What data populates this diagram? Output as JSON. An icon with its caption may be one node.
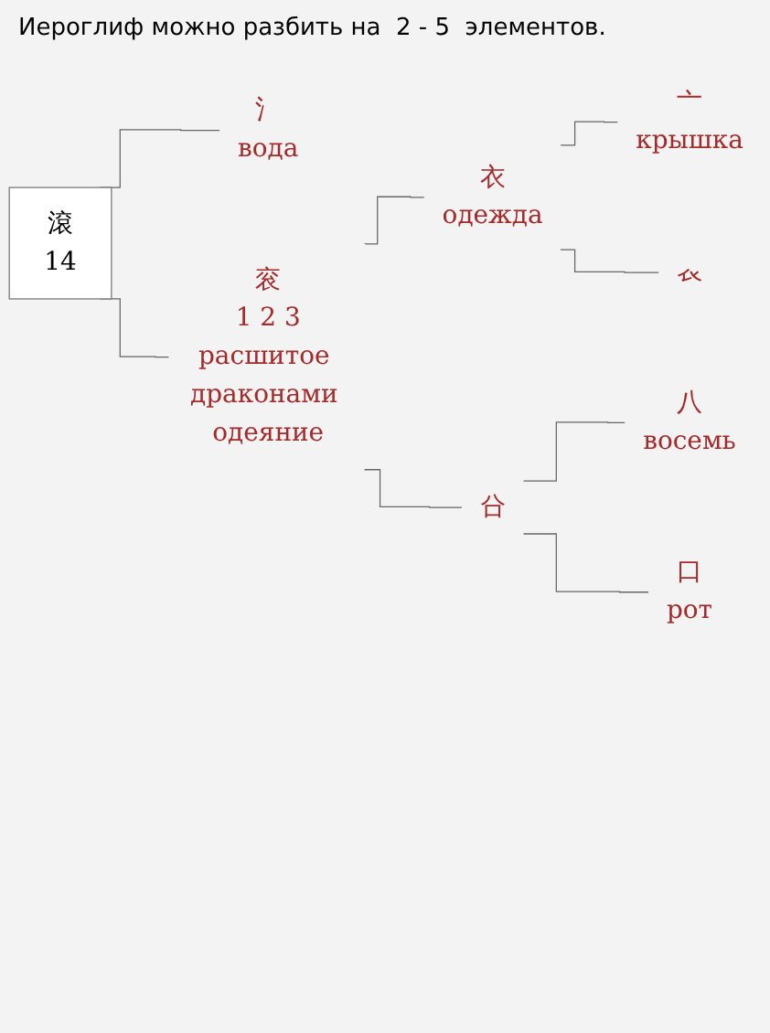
{
  "diagram": {
    "nodes": [
      {
        "text": [
          "滾",
          "14"
        ]
      },
      {
        "text": [
          "氵",
          "вода"
        ]
      },
      {
        "text": [
          "衮",
          "1 2 3",
          "расшитое драконами одеяние"
        ]
      },
      {
        "text": [
          "衣",
          "одежда"
        ]
      },
      {
        "text": [
          "亠",
          "крышка"
        ]
      },
      {
        "text": [
          "𧘇"
        ]
      },
      {
        "text": [
          "㕣"
        ]
      },
      {
        "text": [
          "八",
          "восемь"
        ]
      },
      {
        "text": [
          "口",
          "рот"
        ]
      }
    ],
    "edges": [
      {
        "from": 0,
        "to": 1,
        "arrow": "none"
      },
      {
        "from": 0,
        "to": 2,
        "arrow": "none"
      },
      {
        "from": 2,
        "to": 3,
        "arrow": "none"
      },
      {
        "from": 2,
        "to": 6,
        "arrow": "none"
      },
      {
        "from": 3,
        "to": 4,
        "arrow": "none"
      },
      {
        "from": 3,
        "to": 5,
        "arrow": "none"
      },
      {
        "from": 6,
        "to": 7,
        "arrow": "none"
      },
      {
        "from": 6,
        "to": 8,
        "arrow": "none"
      }
    ],
    "labels": [
      "Иероглиф можно разбить на  2 - 5  элементов."
    ]
  }
}
